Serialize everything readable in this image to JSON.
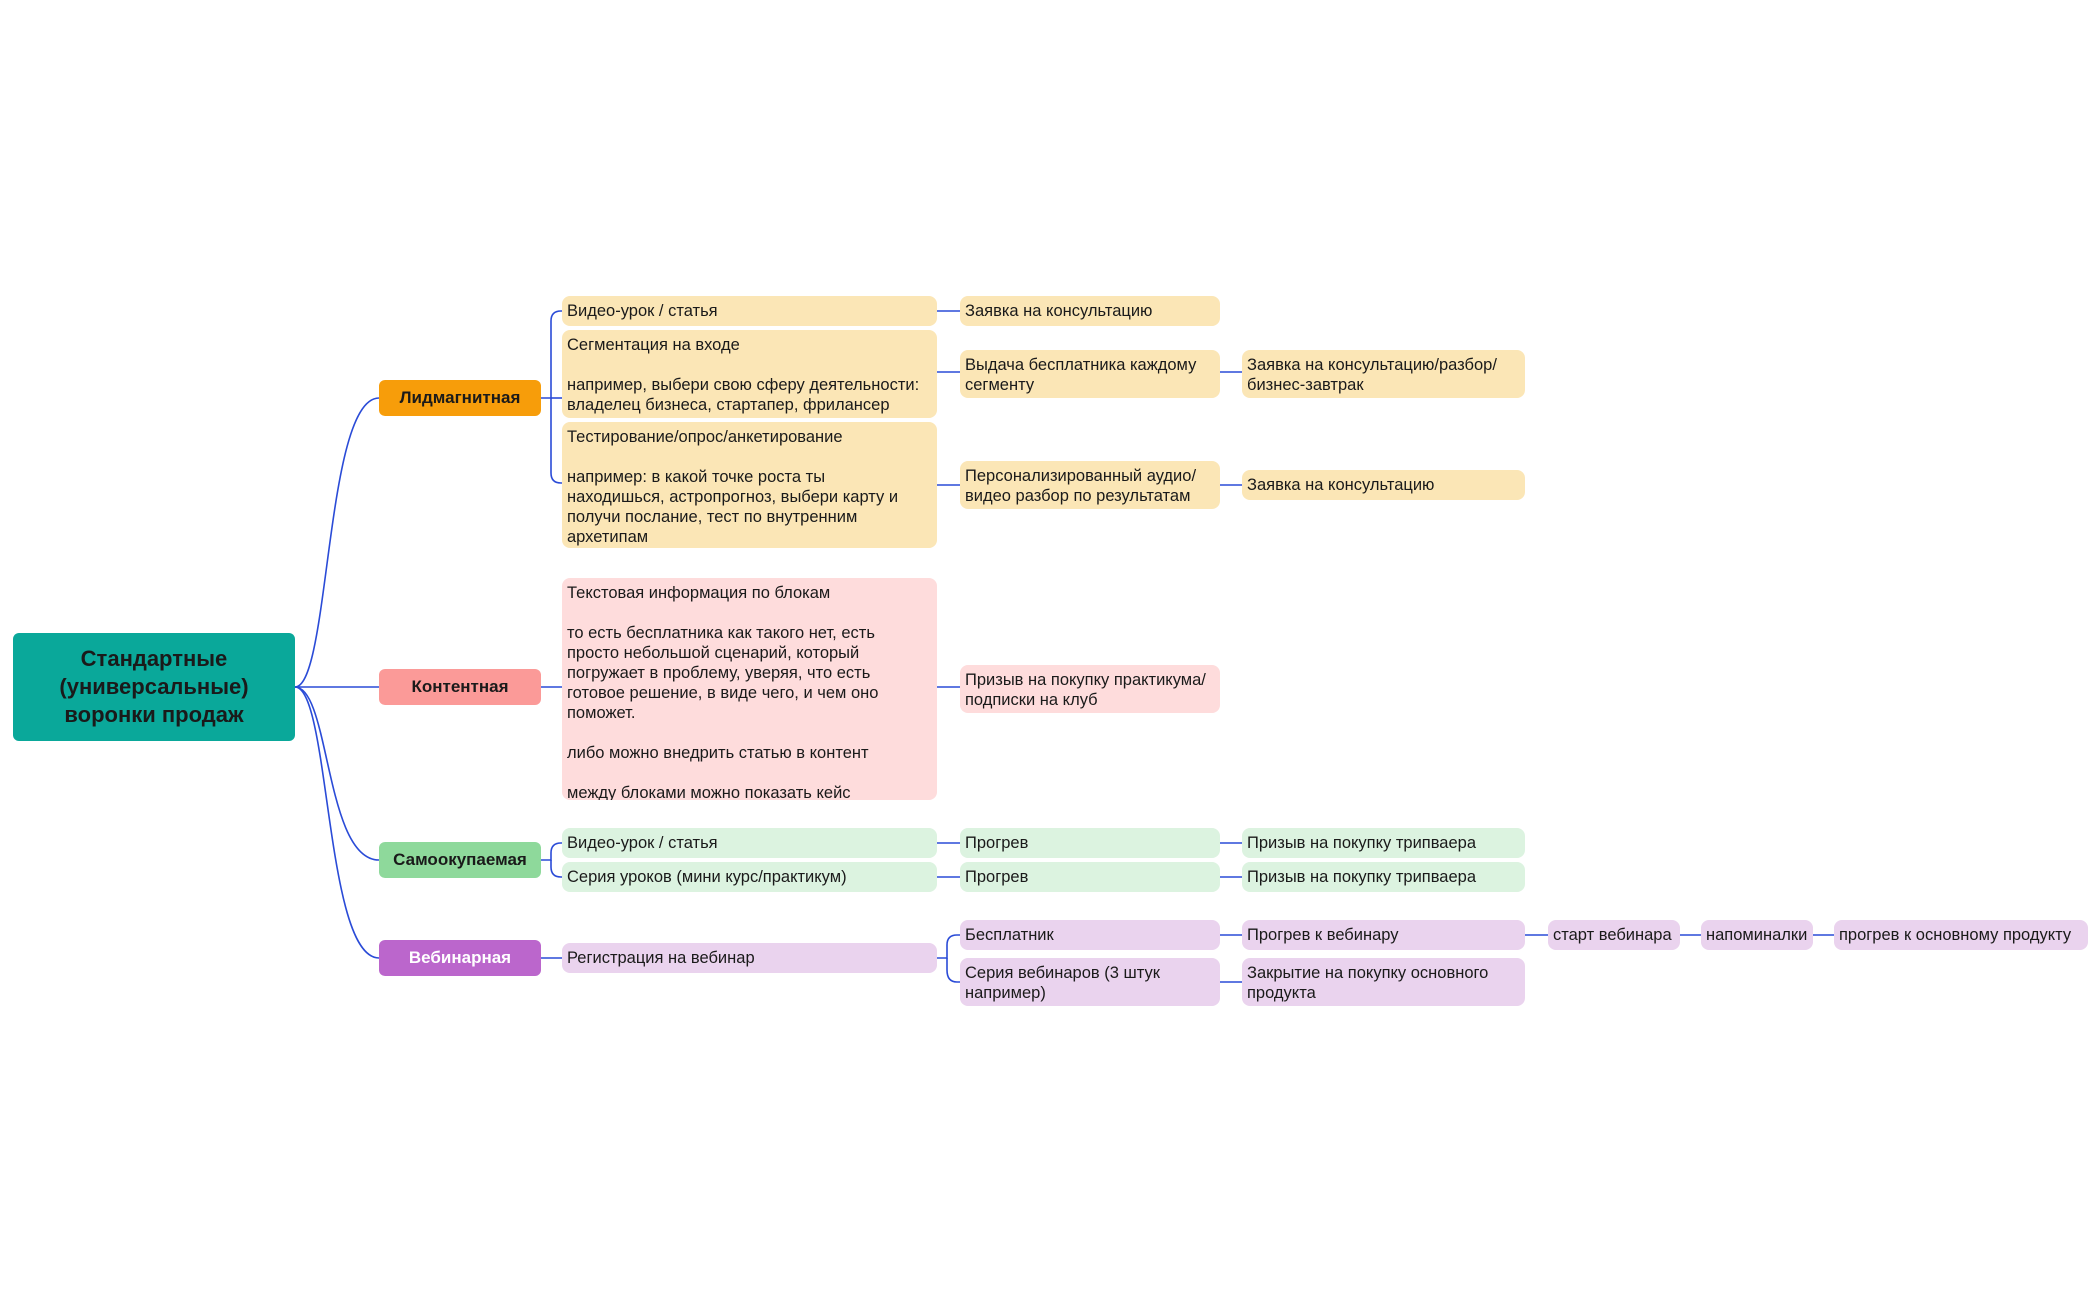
{
  "colors": {
    "root": "#0aa89a",
    "line": "#2a4bd7",
    "lead_branch": "#f79d0a",
    "lead_nodes": "#fbe6b6",
    "content_branch": "#fb9a98",
    "content_nodes": "#fedcdc",
    "self_branch": "#8ed99b",
    "self_nodes": "#dcf3e0",
    "webinar_branch": "#bb66cc",
    "webinar_nodes": "#ead3ee"
  },
  "root": {
    "title": "Стандартные\n(универсальные)\nворонки продаж"
  },
  "branches": {
    "lead": {
      "label": "Лидмагнитная",
      "nodes": {
        "video": "Видео-урок / статья",
        "video_next": "Заявка на консультацию",
        "segment": "Сегментация на входе\n\nнапример, выбери свою сферу деятельности:\nвладелец бизнеса, стартапер, фрилансер",
        "segment_next": "Выдача бесплатника каждому\nсегменту",
        "segment_next2": "Заявка на консультацию/разбор/\nбизнес-завтрак",
        "test": "Тестирование/опрос/анкетирование\n\nнапример: в какой точке роста ты\nнаходишься, астропрогноз, выбери карту и\nполучи послание, тест по внутренним\nархетипам",
        "test_next": "Персонализированный аудио/\nвидео разбор по результатам",
        "test_next2": "Заявка на консультацию"
      }
    },
    "content": {
      "label": "Контентная",
      "nodes": {
        "text": "Текстовая информация по блокам\n\nто есть бесплатника как такого нет, есть\nпросто небольшой сценарий, который\nпогружает в проблему, уверяя, что есть\nготовое решение, в виде чего, и чем оно\nпоможет.\n\nлибо можно внедрить статью в контент\n\nмежду блоками можно показать кейс",
        "text_next": "Призыв на покупку практикума/\nподписки на клуб"
      }
    },
    "self": {
      "label": "Самоокупаемая",
      "nodes": {
        "video": "Видео-урок / статья",
        "video_next": "Прогрев",
        "video_next2": "Призыв на покупку трипваера",
        "series": "Серия уроков (мини курс/практикум)",
        "series_next": "Прогрев",
        "series_next2": "Призыв на покупку трипваера"
      }
    },
    "webinar": {
      "label": "Вебинарная",
      "nodes": {
        "register": "Регистрация на вебинар",
        "free": "Бесплатник",
        "free_next": "Прогрев к вебинару",
        "start": "старт вебинара",
        "reminders": "напоминалки",
        "warmup_main": "прогрев к основному продукту",
        "series": "Серия вебинаров (3 штук\nнапример)",
        "series_next": "Закрытие на покупку основного\nпродукта"
      }
    }
  }
}
